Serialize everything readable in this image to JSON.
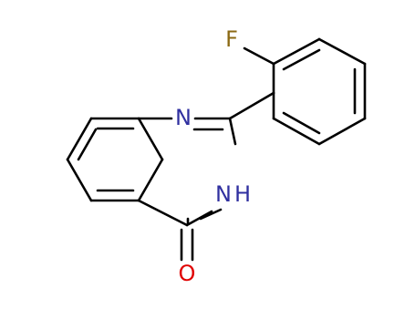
{
  "molecule": {
    "atoms": {
      "fluorine": "F",
      "nitrogen_ring": "N",
      "nitrogen_h": "N",
      "hydrogen": "H",
      "oxygen": "O"
    },
    "colors": {
      "bond": "#000000",
      "fluorine": "#8b6914",
      "nitrogen": "#3030a0",
      "oxygen": "#e00000"
    }
  }
}
